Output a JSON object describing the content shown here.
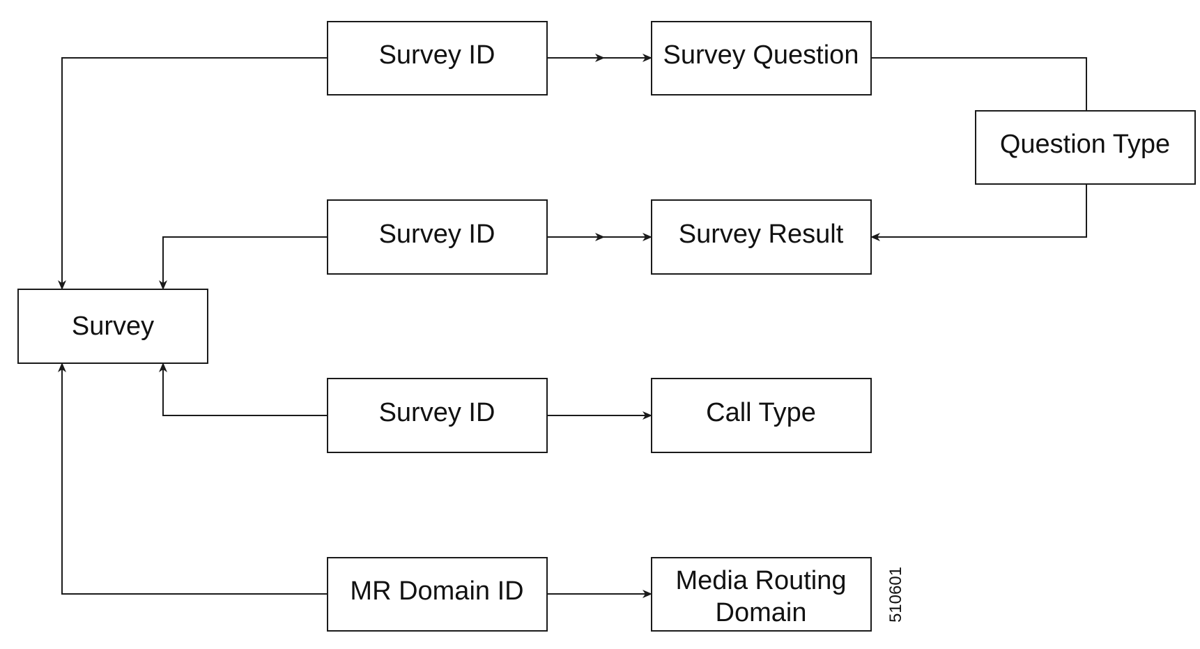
{
  "diagram": {
    "nodes": {
      "survey": "Survey",
      "survey_id_1": "Survey ID",
      "survey_id_2": "Survey ID",
      "survey_id_3": "Survey ID",
      "mr_domain_id": "MR Domain ID",
      "survey_question": "Survey Question",
      "question_type": "Question Type",
      "survey_result": "Survey Result",
      "call_type": "Call Type",
      "media_routing_domain": [
        "Media Routing",
        "Domain"
      ]
    },
    "figure_number": "510601"
  }
}
